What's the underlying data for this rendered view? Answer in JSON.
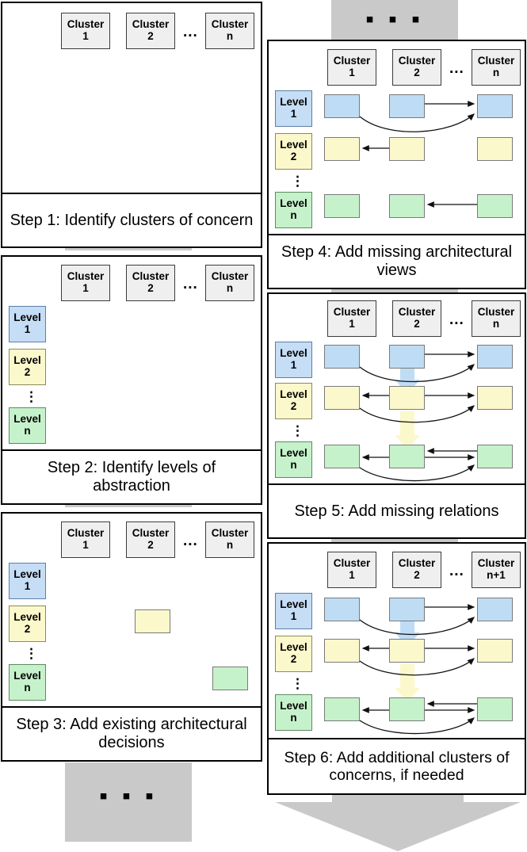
{
  "figure": {
    "title": "Six-step architectural design method overview",
    "cluster_fill": "#efefef",
    "level_colors": {
      "level1": "#c5ddf5",
      "level2": "#fbf8cc",
      "leveln": "#c6f2cb"
    },
    "connector_color": "#c9c9c9"
  },
  "labels": {
    "cluster_1": {
      "line1": "Cluster",
      "line2": "1"
    },
    "cluster_2": {
      "line1": "Cluster",
      "line2": "2"
    },
    "cluster_n": {
      "line1": "Cluster",
      "line2": "n"
    },
    "cluster_n_plus_1": {
      "line1": "Cluster",
      "line2": "n+1"
    },
    "level_1": {
      "line1": "Level",
      "line2": "1"
    },
    "level_2": {
      "line1": "Level",
      "line2": "2"
    },
    "level_n": {
      "line1": "Level",
      "line2": "n"
    },
    "horizontal_ellipsis": "...",
    "vertical_ellipsis": "⋮",
    "dots_block": "▪ ▪ ▪"
  },
  "steps": [
    {
      "id": "step1",
      "caption": "Step 1: Identify clusters of concern",
      "clusters": [
        "Cluster 1",
        "Cluster 2",
        "Cluster n"
      ],
      "levels": [],
      "cells": [],
      "relations": []
    },
    {
      "id": "step2",
      "caption": "Step 2: Identify levels of abstraction",
      "clusters": [
        "Cluster 1",
        "Cluster 2",
        "Cluster n"
      ],
      "levels": [
        "Level 1",
        "Level 2",
        "Level n"
      ],
      "cells": [],
      "relations": []
    },
    {
      "id": "step3",
      "caption": "Step 3: Add existing architectural decisions",
      "clusters": [
        "Cluster 1",
        "Cluster 2",
        "Cluster n"
      ],
      "levels": [
        "Level 1",
        "Level 2",
        "Level n"
      ],
      "cells": [
        {
          "level": "Level 2",
          "cluster": "Cluster 2",
          "color": "yellow"
        },
        {
          "level": "Level n",
          "cluster": "Cluster n",
          "color": "green"
        }
      ],
      "relations": []
    },
    {
      "id": "step4",
      "caption": "Step 4: Add missing architectural views",
      "clusters": [
        "Cluster 1",
        "Cluster 2",
        "Cluster n"
      ],
      "levels": [
        "Level 1",
        "Level 2",
        "Level n"
      ],
      "cells": [
        {
          "level": "Level 1",
          "cluster": "Cluster 1",
          "color": "blue"
        },
        {
          "level": "Level 1",
          "cluster": "Cluster 2",
          "color": "blue"
        },
        {
          "level": "Level 1",
          "cluster": "Cluster n",
          "color": "blue"
        },
        {
          "level": "Level 2",
          "cluster": "Cluster 1",
          "color": "yellow"
        },
        {
          "level": "Level 2",
          "cluster": "Cluster 2",
          "color": "yellow"
        },
        {
          "level": "Level 2",
          "cluster": "Cluster n",
          "color": "yellow"
        },
        {
          "level": "Level n",
          "cluster": "Cluster 1",
          "color": "green"
        },
        {
          "level": "Level n",
          "cluster": "Cluster 2",
          "color": "green"
        },
        {
          "level": "Level n",
          "cluster": "Cluster n",
          "color": "green"
        }
      ],
      "relations": [
        {
          "from": "L1C2",
          "to": "L1Cn",
          "style": "straight"
        },
        {
          "from": "L1C1",
          "to": "L1Cn",
          "style": "curved"
        },
        {
          "from": "L2C2",
          "to": "L2C1",
          "style": "straight"
        },
        {
          "from": "LnCn",
          "to": "LnC2",
          "style": "straight"
        }
      ]
    },
    {
      "id": "step5",
      "caption": "Step 5: Add missing relations",
      "clusters": [
        "Cluster 1",
        "Cluster 2",
        "Cluster n"
      ],
      "levels": [
        "Level 1",
        "Level 2",
        "Level n"
      ],
      "cells": [
        {
          "level": "Level 1",
          "cluster": "Cluster 1",
          "color": "blue"
        },
        {
          "level": "Level 1",
          "cluster": "Cluster 2",
          "color": "blue"
        },
        {
          "level": "Level 1",
          "cluster": "Cluster n",
          "color": "blue"
        },
        {
          "level": "Level 2",
          "cluster": "Cluster 1",
          "color": "yellow"
        },
        {
          "level": "Level 2",
          "cluster": "Cluster 2",
          "color": "yellow"
        },
        {
          "level": "Level 2",
          "cluster": "Cluster n",
          "color": "yellow"
        },
        {
          "level": "Level n",
          "cluster": "Cluster 1",
          "color": "green"
        },
        {
          "level": "Level n",
          "cluster": "Cluster 2",
          "color": "green"
        },
        {
          "level": "Level n",
          "cluster": "Cluster n",
          "color": "green"
        }
      ],
      "relations": [
        {
          "from": "L1C2",
          "to": "L1Cn",
          "style": "straight"
        },
        {
          "from": "L1C1",
          "to": "L1Cn",
          "style": "curved"
        },
        {
          "from": "L2C2",
          "to": "L2C1",
          "style": "straight"
        },
        {
          "from": "L2C2",
          "to": "L2Cn",
          "style": "straight"
        },
        {
          "from": "L2C1",
          "to": "L2Cn",
          "style": "curved"
        },
        {
          "from": "LnCn",
          "to": "LnC2",
          "style": "straight"
        },
        {
          "from": "LnC2",
          "to": "LnC1",
          "style": "straight"
        },
        {
          "from": "LnC2",
          "to": "LnCn",
          "style": "straight"
        },
        {
          "from": "LnC1",
          "to": "LnCn",
          "style": "curved"
        },
        {
          "from": "L1C2",
          "to": "L2C2",
          "style": "thick-blue"
        },
        {
          "from": "L2C2",
          "to": "LnC2",
          "style": "thick-yellow"
        }
      ]
    },
    {
      "id": "step6",
      "caption": "Step 6: Add additional clusters of concerns, if needed",
      "clusters": [
        "Cluster 1",
        "Cluster 2",
        "Cluster n+1"
      ],
      "levels": [
        "Level 1",
        "Level 2",
        "Level n"
      ],
      "cells": [
        {
          "level": "Level 1",
          "cluster": "Cluster 1",
          "color": "blue"
        },
        {
          "level": "Level 1",
          "cluster": "Cluster 2",
          "color": "blue"
        },
        {
          "level": "Level 1",
          "cluster": "Cluster n+1",
          "color": "blue"
        },
        {
          "level": "Level 2",
          "cluster": "Cluster 1",
          "color": "yellow"
        },
        {
          "level": "Level 2",
          "cluster": "Cluster 2",
          "color": "yellow"
        },
        {
          "level": "Level 2",
          "cluster": "Cluster n+1",
          "color": "yellow"
        },
        {
          "level": "Level n",
          "cluster": "Cluster 1",
          "color": "green"
        },
        {
          "level": "Level n",
          "cluster": "Cluster 2",
          "color": "green"
        },
        {
          "level": "Level n",
          "cluster": "Cluster n+1",
          "color": "green"
        }
      ],
      "relations": [
        {
          "from": "L1C2",
          "to": "L1Cn",
          "style": "straight"
        },
        {
          "from": "L1C1",
          "to": "L1Cn",
          "style": "curved"
        },
        {
          "from": "L2C2",
          "to": "L2C1",
          "style": "straight"
        },
        {
          "from": "L2C2",
          "to": "L2Cn",
          "style": "straight"
        },
        {
          "from": "L2C1",
          "to": "L2Cn",
          "style": "curved"
        },
        {
          "from": "LnCn",
          "to": "LnC2",
          "style": "straight"
        },
        {
          "from": "LnC2",
          "to": "LnC1",
          "style": "straight"
        },
        {
          "from": "LnC2",
          "to": "LnCn",
          "style": "straight"
        },
        {
          "from": "LnC1",
          "to": "LnCn",
          "style": "curved"
        },
        {
          "from": "L1C2",
          "to": "L2C2",
          "style": "thick-blue"
        },
        {
          "from": "L2C2",
          "to": "LnC2",
          "style": "thick-yellow"
        }
      ]
    }
  ],
  "captions": {
    "step1": "Step 1: Identify clusters of concern",
    "step2": "Step 2: Identify levels of abstraction",
    "step3": "Step 3: Add existing architectural decisions",
    "step4": "Step 4: Add missing architectural views",
    "step5": "Step 5: Add missing relations",
    "step6": "Step 6: Add additional clus­ters of concerns, if needed"
  }
}
